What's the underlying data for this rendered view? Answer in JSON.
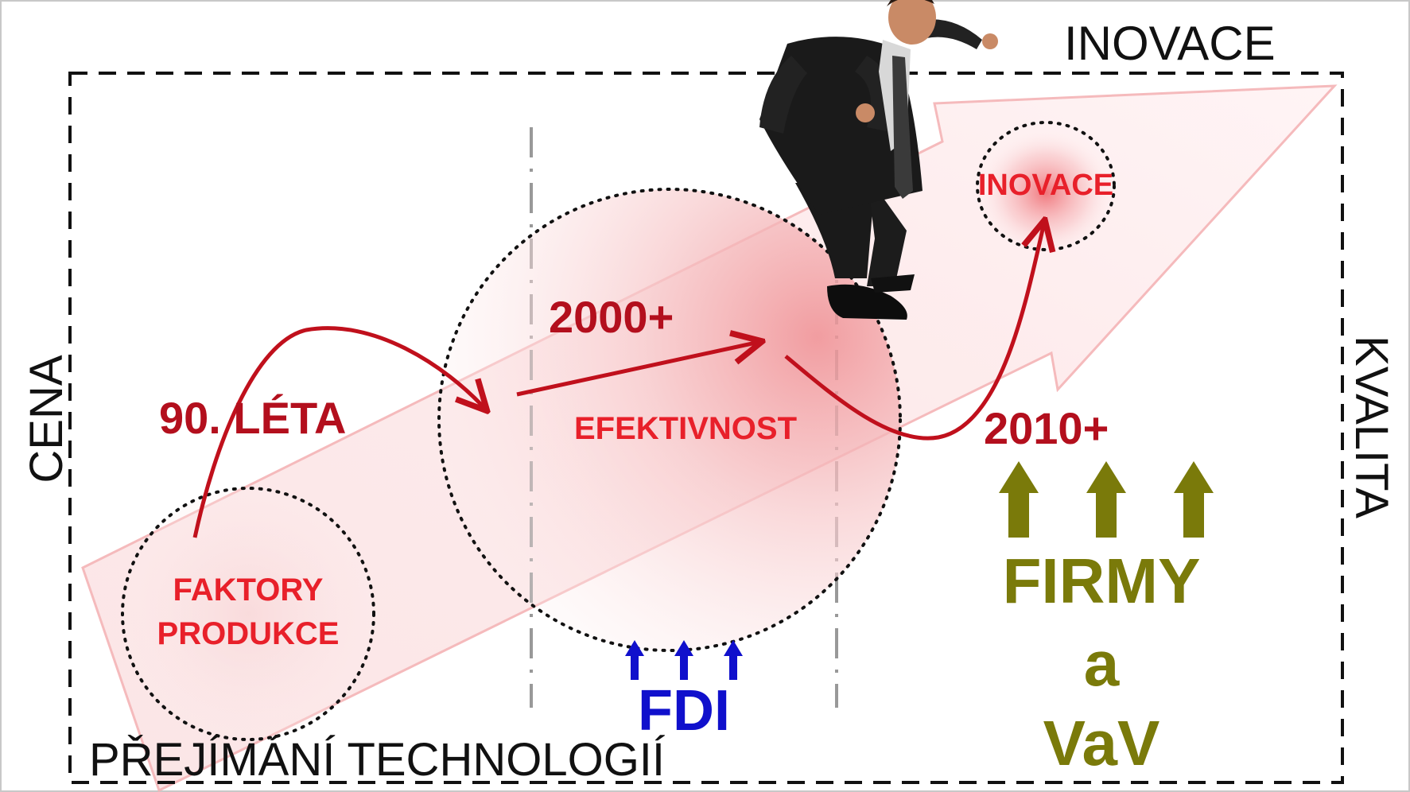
{
  "corner_labels": {
    "top_right": "INOVACE",
    "left_vertical": "CENA",
    "right_vertical": "KVALITA",
    "bottom_left": "PŘEJÍMÁNÍ TECHNOLOGIÍ"
  },
  "stages": {
    "factors": {
      "label_line1": "FAKTORY",
      "label_line2": "PRODUKCE"
    },
    "efficiency": {
      "label": "EFEKTIVNOST"
    },
    "innovation": {
      "label": "INOVACE"
    }
  },
  "periods": {
    "p1990": "90. LÉTA",
    "p2000": "2000+",
    "p2010": "2010+"
  },
  "drivers": {
    "fdi": "FDI",
    "firms_line1": "FIRMY",
    "firms_line2": "a",
    "firms_line3": "VaV"
  },
  "colors": {
    "stage_text": "#e8202a",
    "period_text": "#b30f1d",
    "curve": "#c0101c",
    "fdi": "#1010cc",
    "firms": "#7a7a0a",
    "frame": "#222222",
    "big_arrow_stroke": "#f4b3b5"
  },
  "icons": {
    "person": "businessman-running-figure"
  }
}
